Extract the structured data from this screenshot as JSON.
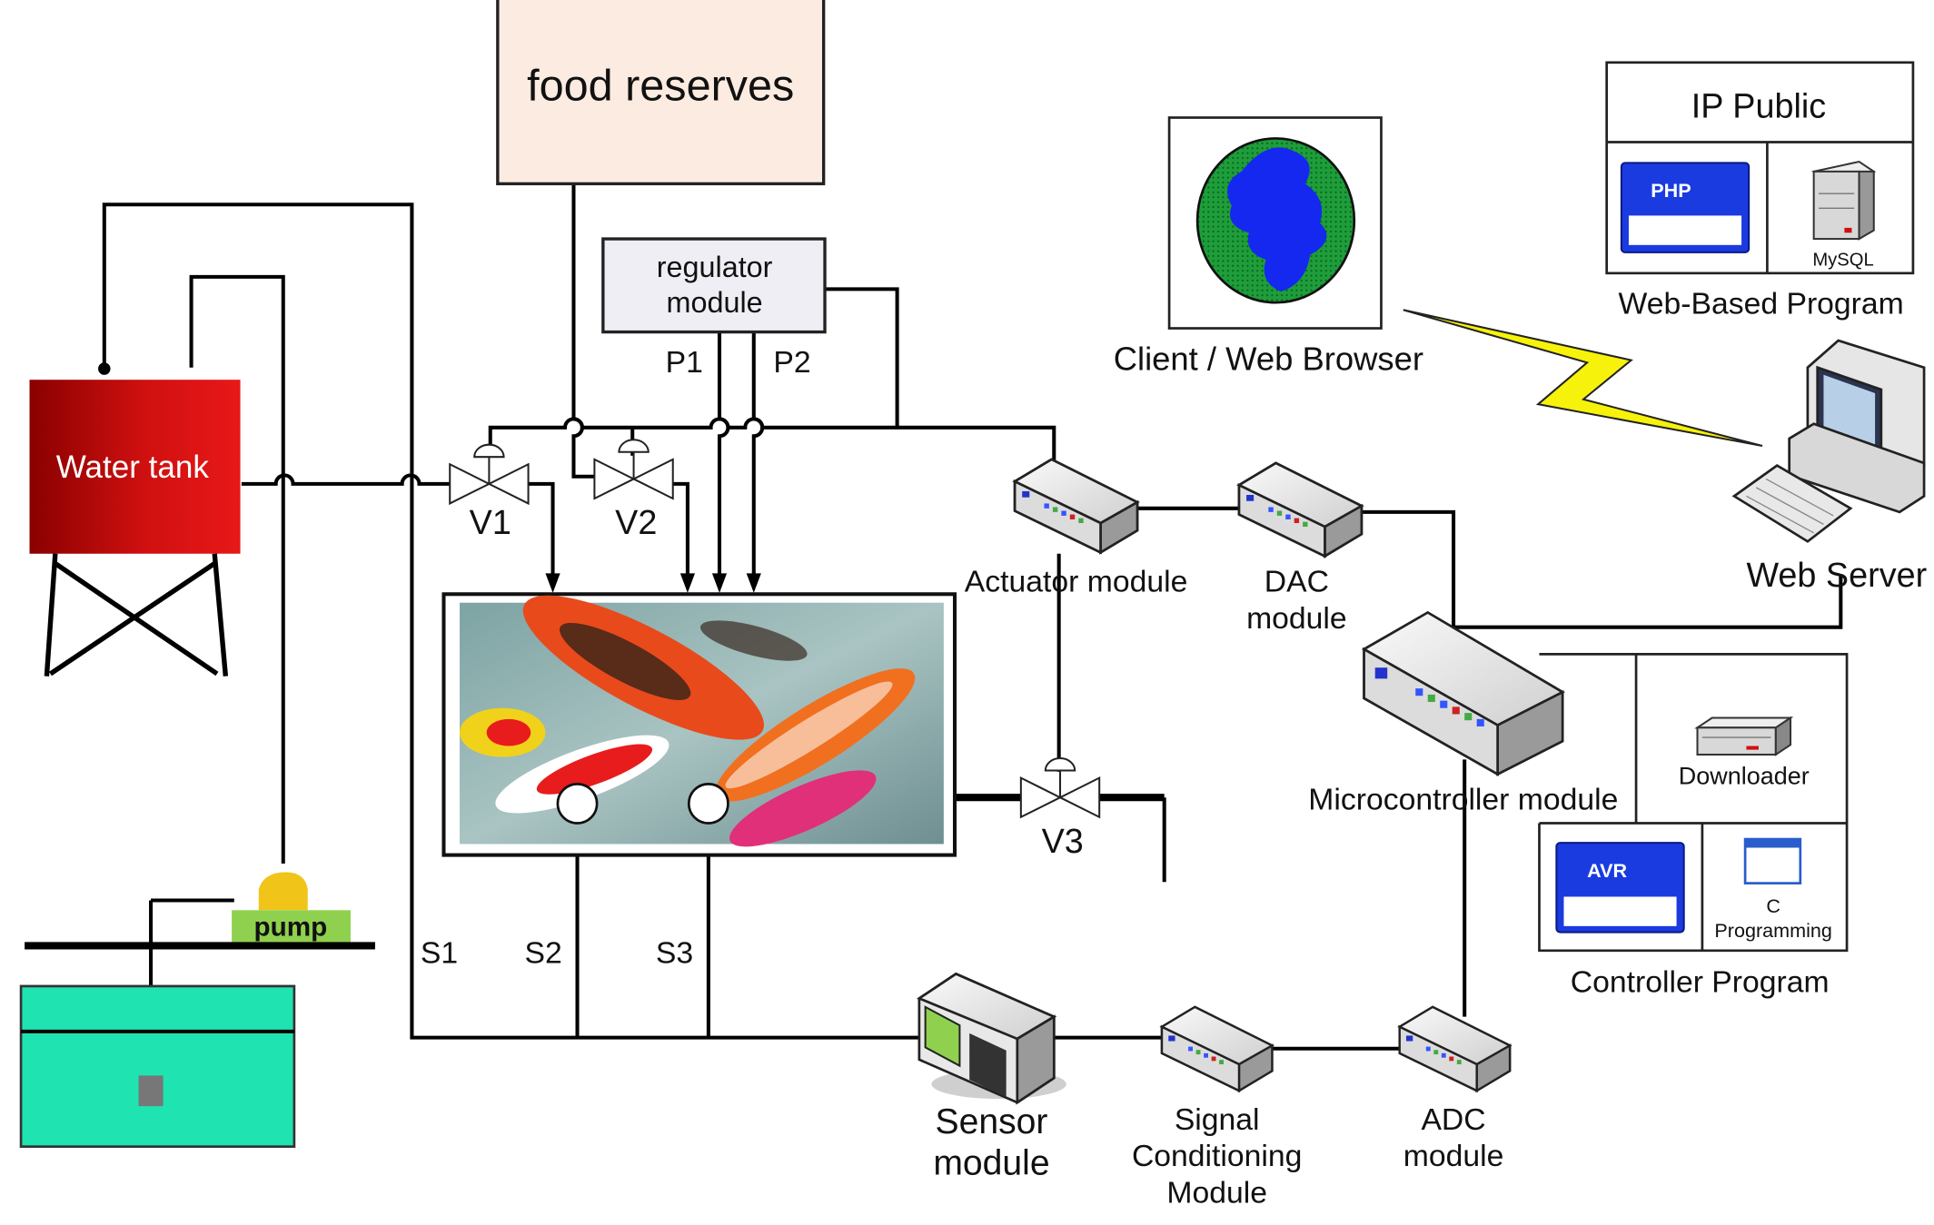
{
  "labels": {
    "food_reserves": "food reserves",
    "regulator_line1": "regulator",
    "regulator_line2": "module",
    "p1": "P1",
    "p2": "P2",
    "water_tank": "Water tank",
    "v1": "V1",
    "v2": "V2",
    "v3": "V3",
    "pump": "pump",
    "s1": "S1",
    "s2": "S2",
    "s3": "S3",
    "actuator_module": "Actuator module",
    "dac_line1": "DAC",
    "dac_line2": "module",
    "client_web_browser": "Client / Web Browser",
    "ip_public": "IP Public",
    "php": "PHP",
    "mysql": "MySQL",
    "web_based_program": "Web-Based Program",
    "web_server": "Web Server",
    "microcontroller_module": "Microcontroller module",
    "downloader": "Downloader",
    "avr": "AVR",
    "c_line1": "C",
    "c_line2": "Programming",
    "controller_program": "Controller Program",
    "sensor_line1": "Sensor",
    "sensor_line2": "module",
    "signal_line1": "Signal",
    "signal_line2": "Conditioning",
    "signal_line3": "Module",
    "adc_line1": "ADC",
    "adc_line2": "module"
  },
  "colors": {
    "food_reserves_fill": "#fcebe0",
    "regulator_fill": "#f0eef5",
    "tank_red": "#d01010",
    "tank_dark": "#8a0000",
    "reservoir": "#1fe3b0",
    "pump_yellow": "#f0c419",
    "pump_green": "#8fd14f",
    "globe_blue": "#1428f0",
    "globe_green": "#1e9e3a",
    "lightning": "#f6f20c",
    "avr_blue": "#1a3be0"
  },
  "icons": {
    "globe": "globe-icon",
    "php": "php-window-icon",
    "mysql": "database-server-icon",
    "web_server": "desktop-computer-icon",
    "downloader": "downloader-device-icon",
    "avr": "avr-window-icon",
    "c_programming": "code-window-icon",
    "sensor": "sensor-device-icon",
    "network_box": "network-module-icon",
    "valve": "valve-icon",
    "lightning": "lightning-link-icon"
  }
}
